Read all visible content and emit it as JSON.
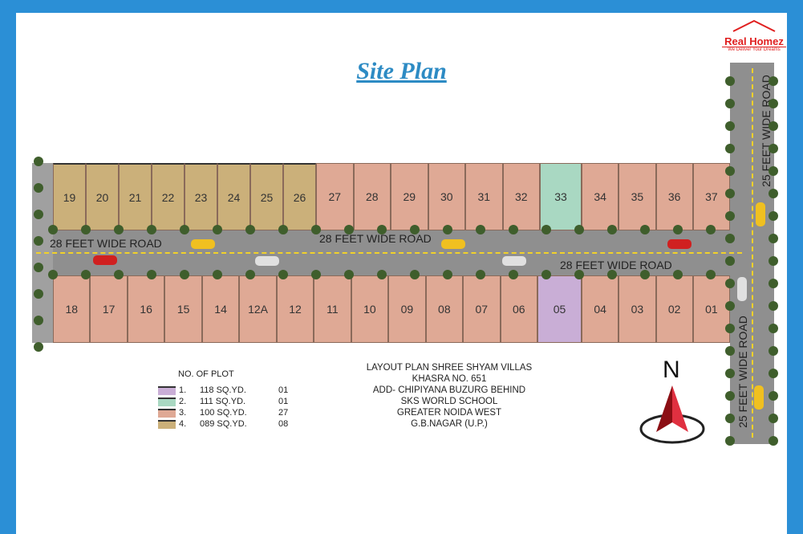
{
  "title": "Site Plan",
  "logo": {
    "brand": "Real Homez",
    "tagline": "We Deliver Your Dreams"
  },
  "roads": {
    "main_left": "28 FEET WIDE ROAD",
    "main_center": "28 FEET WIDE ROAD",
    "main_right": "28 FEET WIDE ROAD",
    "side_top": "25 FEET WIDE ROAD",
    "side_bottom": "25 FEET WIDE ROAD"
  },
  "top_plots": [
    {
      "n": "19",
      "t": "tan"
    },
    {
      "n": "20",
      "t": "tan"
    },
    {
      "n": "21",
      "t": "tan"
    },
    {
      "n": "22",
      "t": "tan"
    },
    {
      "n": "23",
      "t": "tan"
    },
    {
      "n": "24",
      "t": "tan"
    },
    {
      "n": "25",
      "t": "tan"
    },
    {
      "n": "26",
      "t": "tan"
    },
    {
      "n": "27",
      "t": "sal"
    },
    {
      "n": "28",
      "t": "sal"
    },
    {
      "n": "29",
      "t": "sal"
    },
    {
      "n": "30",
      "t": "sal"
    },
    {
      "n": "31",
      "t": "sal"
    },
    {
      "n": "32",
      "t": "sal"
    },
    {
      "n": "33",
      "t": "grn"
    },
    {
      "n": "34",
      "t": "sal"
    },
    {
      "n": "35",
      "t": "sal"
    },
    {
      "n": "36",
      "t": "sal"
    },
    {
      "n": "37",
      "t": "sal"
    }
  ],
  "bottom_plots": [
    {
      "n": "18",
      "t": "sal"
    },
    {
      "n": "17",
      "t": "sal"
    },
    {
      "n": "16",
      "t": "sal"
    },
    {
      "n": "15",
      "t": "sal"
    },
    {
      "n": "14",
      "t": "sal"
    },
    {
      "n": "12A",
      "t": "sal"
    },
    {
      "n": "12",
      "t": "sal"
    },
    {
      "n": "11",
      "t": "sal"
    },
    {
      "n": "10",
      "t": "sal"
    },
    {
      "n": "09",
      "t": "sal"
    },
    {
      "n": "08",
      "t": "sal"
    },
    {
      "n": "07",
      "t": "sal"
    },
    {
      "n": "06",
      "t": "sal"
    },
    {
      "n": "05",
      "t": "pur"
    },
    {
      "n": "04",
      "t": "sal"
    },
    {
      "n": "03",
      "t": "sal"
    },
    {
      "n": "02",
      "t": "sal"
    },
    {
      "n": "01",
      "t": "sal"
    }
  ],
  "legend": {
    "heading": "NO. OF PLOT",
    "rows": [
      {
        "idx": "1.",
        "size": "118 SQ.YD.",
        "count": "01",
        "color": "#c9aed6"
      },
      {
        "idx": "2.",
        "size": "111 SQ.YD.",
        "count": "01",
        "color": "#a9d8c2"
      },
      {
        "idx": "3.",
        "size": "100 SQ.YD.",
        "count": "27",
        "color": "#dfa995"
      },
      {
        "idx": "4.",
        "size": "089 SQ.YD.",
        "count": "08",
        "color": "#cbb07a"
      }
    ]
  },
  "address": [
    "LAYOUT PLAN SHREE SHYAM VILLAS",
    "KHASRA NO. 651",
    "ADD- CHIPIYANA BUZURG BEHIND",
    "SKS WORLD SCHOOL",
    "GREATER NOIDA WEST",
    "G.B.NAGAR (U.P.)"
  ],
  "compass": "N"
}
